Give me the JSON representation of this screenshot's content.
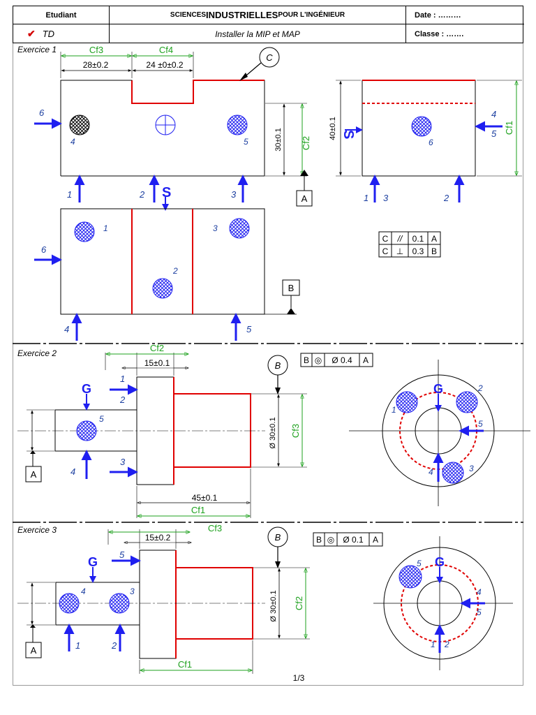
{
  "header": {
    "student_label": "Etudiant",
    "subject_small_1": "SCIENCES ",
    "subject_big": "INDUSTRIELLES",
    "subject_small_2": " POUR L'INGÉNIEUR",
    "date_label": "Date : ………",
    "td_label": "TD",
    "subtitle": "Installer la MIP et MAP",
    "class_label": "Classe : ……."
  },
  "ex1": {
    "title": "Exercice 1",
    "cf3": "Cf3",
    "cf4": "Cf4",
    "cf2": "Cf2",
    "cf1": "Cf1",
    "dim_a": "28±0.2",
    "dim_b": "24 ±0±0.2",
    "dim_30": "30±0.1",
    "dim_40": "40±0.1",
    "surface_c": "C",
    "datum_a": "A",
    "datum_b": "B",
    "arrows_front": [
      "6",
      "1",
      "2",
      "3"
    ],
    "circles_front": [
      "4",
      "5"
    ],
    "arrows_side": [
      "4",
      "5",
      "1",
      "3",
      "2"
    ],
    "circle_side": "6",
    "arrows_top": [
      "6",
      "4",
      "5"
    ],
    "circles_top": [
      "1",
      "2",
      "3"
    ],
    "s_glyph": "S",
    "gdt": [
      {
        "ref": "C",
        "sym": "//",
        "tol": "0.1",
        "datum": "A"
      },
      {
        "ref": "C",
        "sym": "⊥",
        "tol": "0.3",
        "datum": "B"
      }
    ]
  },
  "ex2": {
    "title": "Exercice 2",
    "cf2": "Cf2",
    "cf3": "Cf3",
    "cf1": "Cf1",
    "dim_15": "15±0.1",
    "dim_45": "45±0.1",
    "dim_d30": "Ø 30±0.1",
    "surface_b": "B",
    "datum_a": "A",
    "g_glyph": "G",
    "gdt": {
      "ref": "B",
      "sym": "◎",
      "tol": "Ø 0.4",
      "datum": "A"
    },
    "arrows": [
      "1",
      "2",
      "3",
      "4"
    ],
    "circle": "5",
    "ring_labels": [
      "1",
      "2",
      "3",
      "4",
      "5"
    ]
  },
  "ex3": {
    "title": "Exercice 3",
    "cf3": "Cf3",
    "cf2": "Cf2",
    "cf1": "Cf1",
    "dim_15": "15±0.2",
    "dim_d30": "Ø 30±0.1",
    "surface_b": "B",
    "datum_a": "A",
    "g_glyph": "G",
    "gdt": {
      "ref": "B",
      "sym": "◎",
      "tol": "Ø 0.1",
      "datum": "A"
    },
    "arrows": [
      "5",
      "1",
      "2"
    ],
    "circles": [
      "4",
      "3"
    ],
    "ring_labels": [
      "5",
      "4",
      "5",
      "1",
      "2"
    ]
  },
  "footer": {
    "page": "1/3"
  },
  "colors": {
    "blue": "#1f1ff0",
    "red": "#e00000",
    "green": "#1ea11e",
    "label": "#1c3fa0"
  }
}
